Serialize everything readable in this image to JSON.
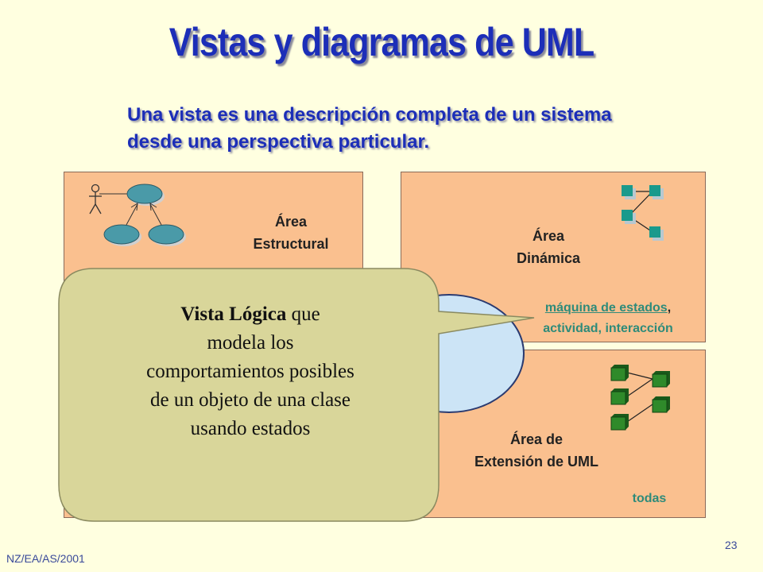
{
  "slide": {
    "title": "Vistas y diagramas de UML",
    "subtitle": "Una vista es una descripción completa de un sistema desde una perspectiva particular.",
    "footer": "NZ/EA/AS/2001",
    "page_number": "23"
  },
  "areas": {
    "estructural": {
      "line1": "Área",
      "line2": "Estructural"
    },
    "dinamica": {
      "line1": "Área",
      "line2": "Dinámica",
      "diagram_link": "máquina de estados",
      "comma": ",",
      "others": "actividad, interacción"
    },
    "extension": {
      "line1": "Área de",
      "line2": "Extensión de UML",
      "note": "todas"
    }
  },
  "callout": {
    "bold_part": "Vista Lógica",
    "line1_rest": " que",
    "line2": "modela los",
    "line3": "comportamientos posibles",
    "line4": "de un objeto de una clase",
    "line5": "usando estados"
  },
  "colors": {
    "title": "#1c2eb8",
    "box_fill": "#fac08f",
    "callout_fill": "#d9d69a",
    "link_teal": "#2e8b7a",
    "icon_teal": "#1a9a8c",
    "icon_green": "#2f8a2a"
  }
}
